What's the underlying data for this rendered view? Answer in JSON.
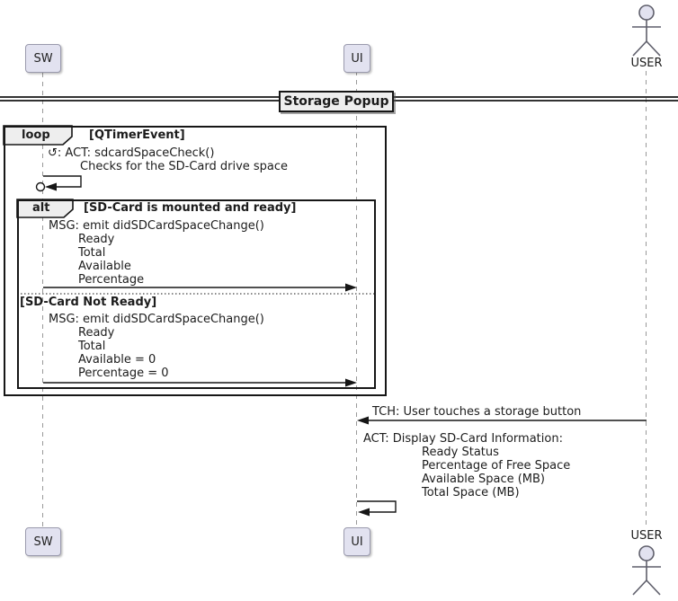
{
  "colors": {
    "participant_fill": "#E2E2F0",
    "frame_label_fill": "#EEEEEE",
    "line_color": "#181818",
    "lifeline_color": "#999999"
  },
  "participants": {
    "sw": "SW",
    "ui": "UI",
    "user": "USER"
  },
  "title": "Storage Popup",
  "loop": {
    "operator": "loop",
    "guard": "[QTimerEvent]"
  },
  "check_msg": {
    "icon": "↺",
    "text": ": ACT: sdcardSpaceCheck()",
    "subtext": "Checks for the SD-Card drive space"
  },
  "alt": {
    "operator": "alt",
    "guard_ready": "[SD-Card is mounted and ready]",
    "guard_not_ready": "[SD-Card Not Ready]"
  },
  "msg_ready": {
    "title": "MSG: emit didSDCardSpaceChange()",
    "lines": [
      "Ready",
      "Total",
      "Available",
      "Percentage"
    ]
  },
  "msg_not_ready": {
    "title": "MSG: emit didSDCardSpaceChange()",
    "lines": [
      "Ready",
      "Total",
      "Available = 0",
      "Percentage = 0"
    ]
  },
  "touch_msg": "TCH: User touches a storage button",
  "display_msg": {
    "title": "ACT: Display SD-Card Information:",
    "lines": [
      "Ready Status",
      "Percentage of Free Space",
      "Available Space (MB)",
      "Total Space (MB)"
    ]
  }
}
